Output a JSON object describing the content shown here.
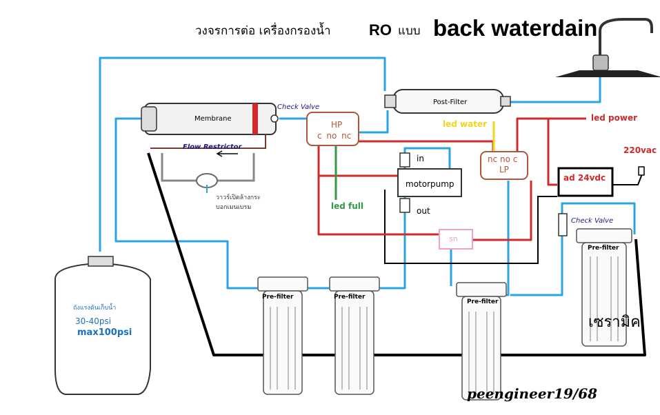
{
  "title": {
    "thai": "วงจรการต่อ เครื่องกรองน้ำ",
    "ro": "RO",
    "mode": "แบบ",
    "english": "back waterdain"
  },
  "components": {
    "membrane": "Membrane",
    "check_valve_top": "Check Valve",
    "check_valve_right": "Check Valve",
    "flow_restrictor": "Flow Restrictor",
    "post_filter": "Post-Filter",
    "hp_switch_name": "HP",
    "hp_switch_terminals": "c no nc",
    "lp_switch_terminals": "nc no c",
    "lp_switch_name": "LP",
    "motor_pump": "motorpump",
    "pump_in": "in",
    "pump_out": "out",
    "solenoid": "sn",
    "adapter": "ad 24vdc",
    "supply_voltage": "220vac",
    "flush_valve_line1": "วาวร์เปิดล้างกระ",
    "flush_valve_line2": "บอกเมนเบรม",
    "prefilters": [
      "Pre-filter",
      "Pre-filter",
      "Pre-filter",
      "Pre-filter"
    ],
    "ceramic": "เซรามิค"
  },
  "leds": {
    "full": "led full",
    "water": "led water",
    "power": "led power"
  },
  "tank": {
    "line1": "ถังแรงดันเก็บน้ำ",
    "line2": "30-40psi",
    "line3": "max100psi"
  },
  "signature": "peengineer19/68",
  "colors": {
    "water_line": "#2ba3e0",
    "drain_line": "#000000",
    "power_line": "#d02a2a",
    "led_full": "#2e9a44",
    "led_water": "#f2d61a",
    "switch_box": "#b0553a",
    "solenoid_box": "#f0a0c0"
  }
}
